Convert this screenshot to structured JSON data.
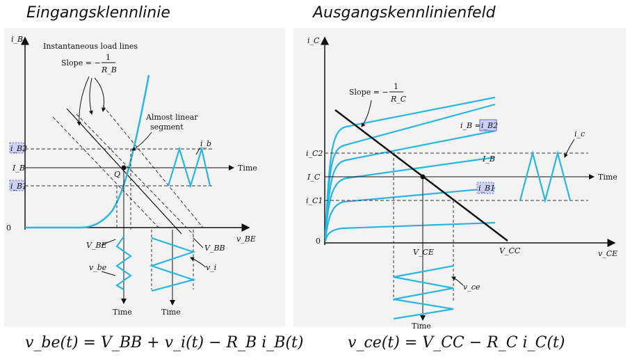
{
  "titles": {
    "left": "Eingangsklennlinie",
    "right": "Ausgangskennlinienfeld"
  },
  "left": {
    "y_axis": "i_B",
    "x_axis": "v_BE",
    "load_lines_label": "Instantaneous load lines",
    "slope_label": "Slope = −",
    "slope_num": "1",
    "slope_den": "R_B",
    "linear_label_1": "Almost linear",
    "linear_label_2": "segment",
    "q_label": "Q",
    "ib_wave": "i_b",
    "time": "Time",
    "iB2": "i_B2",
    "IB": "I_B",
    "iB1": "i_B1",
    "zero": "0",
    "VBE": "V_BE",
    "VBB": "V_BB",
    "vbe": "v_be",
    "vi": "v_i",
    "time_bottom_1": "Time",
    "time_bottom_2": "Time"
  },
  "right": {
    "y_axis": "i_C",
    "x_axis": "v_CE",
    "slope_label": "Slope = −",
    "slope_num": "1",
    "slope_den": "R_C",
    "iB_eq": "i_B =",
    "iB2": "i_B2",
    "IB": "I_B",
    "iB1": "i_B1",
    "ic_wave": "i_c",
    "iC2": "i_C2",
    "IC": "I_C",
    "iC1": "i_C1",
    "zero": "0",
    "VCE": "V_CE",
    "VCC": "V_CC",
    "vce": "v_ce",
    "time_right": "Time",
    "time_bottom": "Time"
  },
  "equations": {
    "left": "v_be(t) = V_BB + v_i(t) − R_B i_B(t)",
    "right": "v_ce(t) = V_CC − R_C i_C(t)"
  },
  "colors": {
    "curve": "#29b6e0",
    "axis": "#111111",
    "highlight": "#cdd0f5"
  }
}
